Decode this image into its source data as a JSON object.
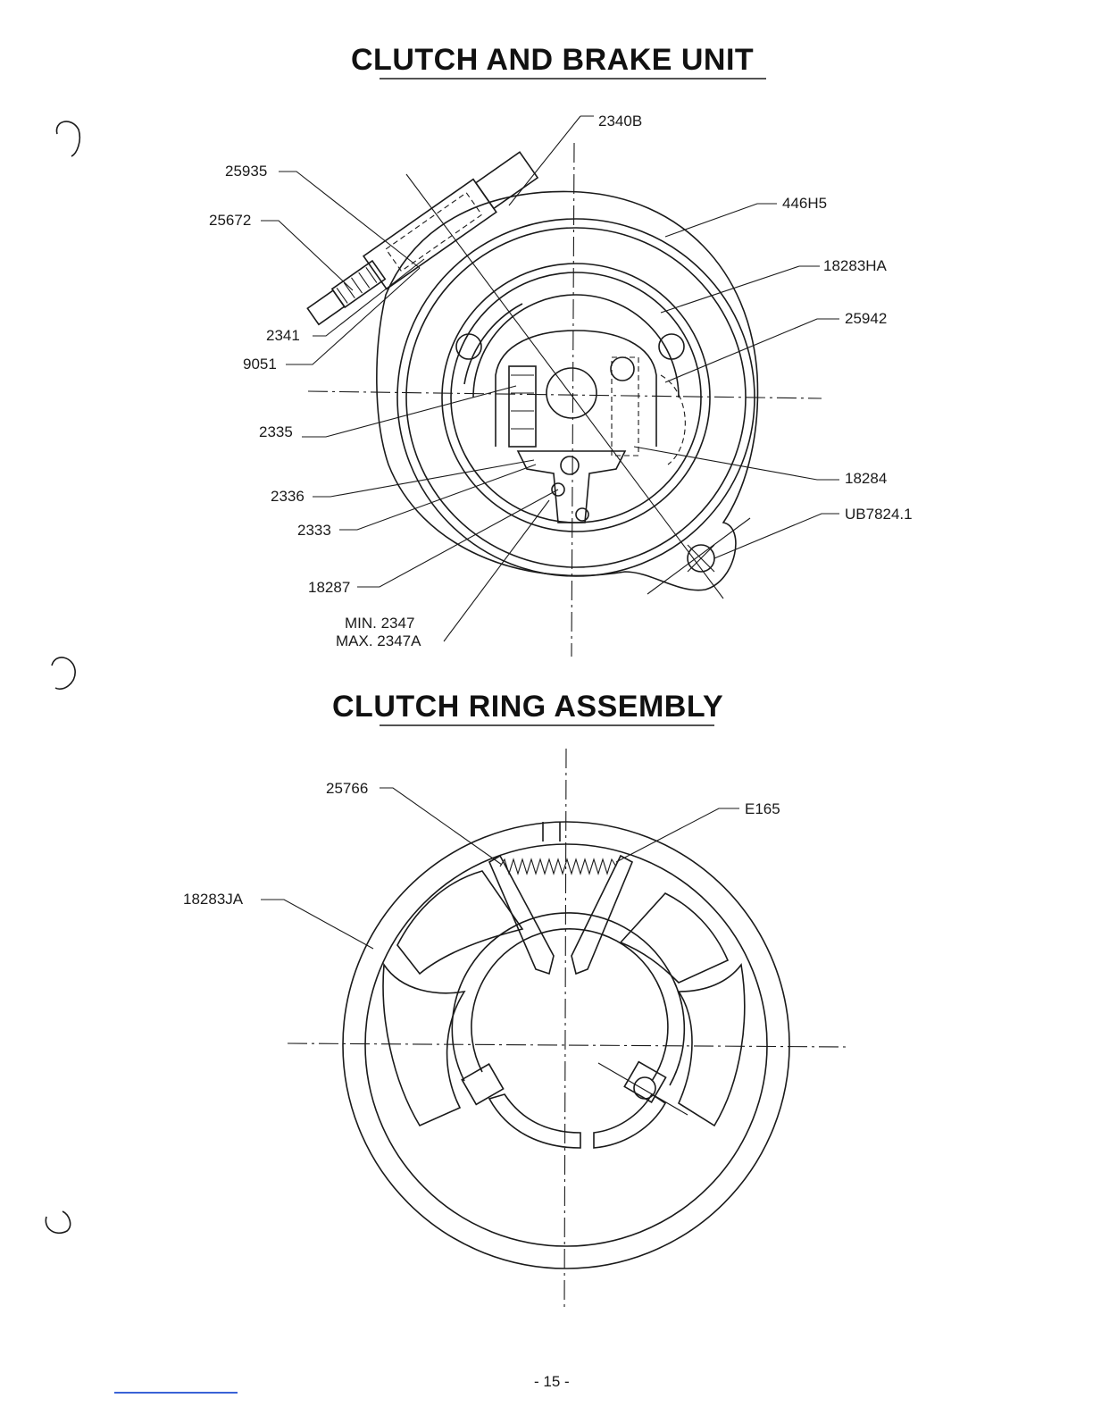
{
  "section1": {
    "title": "CLUTCH AND BRAKE UNIT",
    "callouts": [
      "2340B",
      "25935",
      "25672",
      "446H5",
      "18283HA",
      "25942",
      "2341",
      "9051",
      "2335",
      "2336",
      "2333",
      "18287",
      "18284",
      "UB7824.1",
      "MIN. 2347",
      "MAX. 2347A"
    ]
  },
  "section2": {
    "title": "CLUTCH RING ASSEMBLY",
    "callouts": [
      "25766",
      "E165",
      "18283JA"
    ]
  },
  "page_number": "- 15 -",
  "link_color": "#3a63d6"
}
